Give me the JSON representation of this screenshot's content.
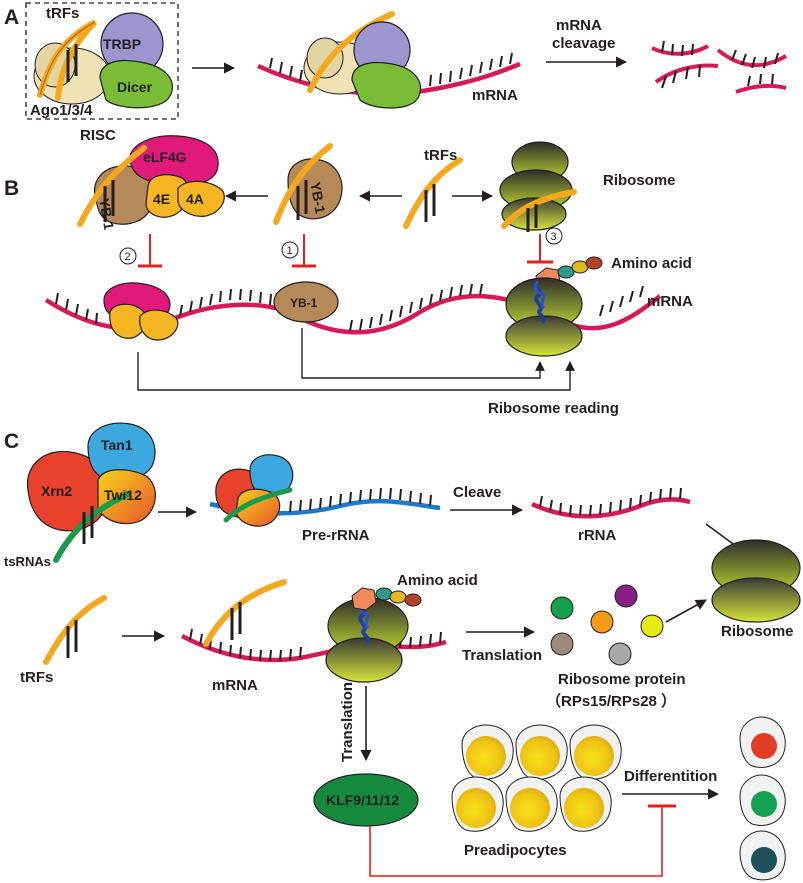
{
  "panels": {
    "a": "A",
    "b": "B",
    "c": "C"
  },
  "panel_a": {
    "trfs": "tRFs",
    "trbp": "TRBP",
    "dicer": "Dicer",
    "ago": "Ago1/3/4",
    "risc": "RISC",
    "mrna": "mRNA",
    "cleavage_line1": "mRNA",
    "cleavage_line2": "cleavage"
  },
  "panel_b": {
    "trfs": "tRFs",
    "elf4g": "eLF4G",
    "yb1": "YB-1",
    "e4e": "4E",
    "e4a": "4A",
    "ribosome": "Ribosome",
    "amino_acid": "Amino acid",
    "mrna": "mRNA",
    "yb1_bound": "YB-1",
    "ribosome_reading": "Ribosome reading",
    "step1": "1",
    "step2": "2",
    "step3": "3"
  },
  "panel_c": {
    "tan1": "Tan1",
    "xrn2": "Xrn2",
    "twi12": "Twi12",
    "tsrnas": "tsRNAs",
    "pre_rrna": "Pre-rRNA",
    "cleave": "Cleave",
    "rrna": "rRNA",
    "ribosome": "Ribosome",
    "trfs": "tRFs",
    "mrna": "mRNA",
    "amino_acid": "Amino acid",
    "translation_h": "Translation",
    "translation_v": "Translation",
    "ribosome_protein": "Ribosome protein",
    "rps": "（RPs15/RPs28 ）",
    "klf": "KLF9/11/12",
    "differentition": "Differentition",
    "preadipocytes": "Preadipocytes"
  },
  "colors": {
    "mrna": "#d5195a",
    "pre_rrna": "#1e78c8",
    "trf": "#f3a81d",
    "trbp": "#9d95cf",
    "dicer": "#79bc36",
    "ago": "#e8dcae",
    "yb1": "#b58a58",
    "elf4g": "#e0197a",
    "factor_4e": "#f6b522",
    "tan1": "#3ba8e0",
    "xrn2": "#e8412c",
    "twi12": "#f4c11b",
    "tsrna": "#1a9a4a",
    "klf": "#15893d",
    "inhibit": "#e3211c"
  },
  "icons": [
    "dicer-complex",
    "ribosome",
    "amino-acid-chain",
    "adipocyte-cell"
  ]
}
